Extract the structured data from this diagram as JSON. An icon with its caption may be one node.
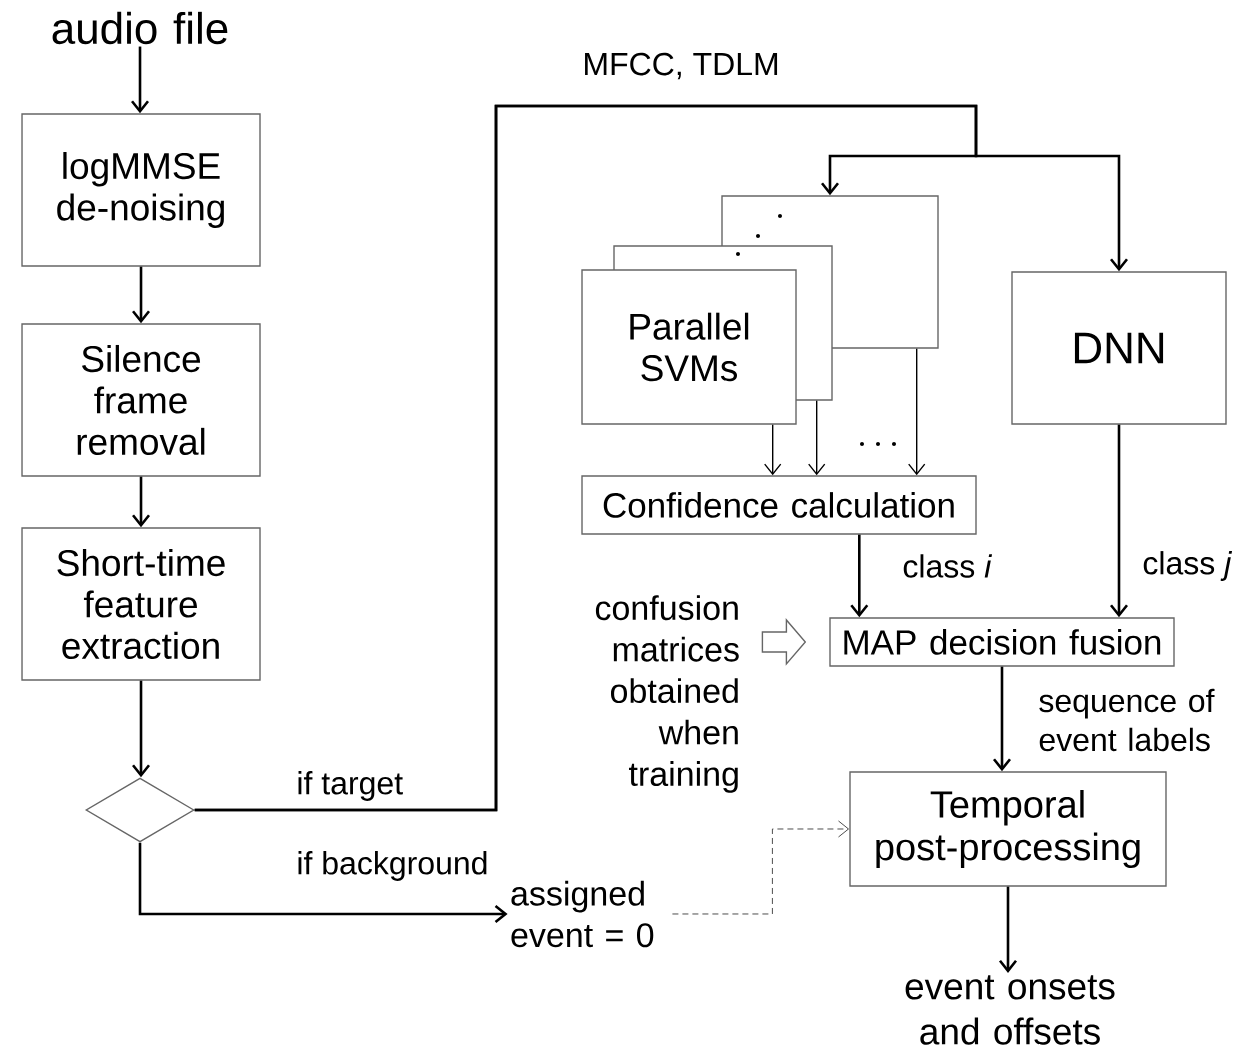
{
  "diagram": {
    "nodes": [
      {
        "text": [
          "audio file"
        ]
      },
      {
        "text": [
          "logMMSE de-noising"
        ]
      },
      {
        "text": [
          "Silence frame removal"
        ]
      },
      {
        "text": [
          "Short-time feature extraction"
        ]
      },
      {
        "text": [],
        "shape": "diamond"
      },
      {
        "text": [],
        "shape": "box"
      },
      {
        "text": [],
        "shape": "box"
      },
      {
        "text": [
          "Parallel SVMs"
        ]
      },
      {
        "text": [
          "DNN"
        ]
      },
      {
        "text": [
          "Confidence calculation"
        ]
      },
      {
        "text": [
          "confusion matrices obtained when training"
        ]
      },
      {
        "text": [
          "MAP decision fusion"
        ]
      },
      {
        "text": [
          "Temporal post-processing"
        ]
      },
      {
        "text": [
          "event onsets and offsets"
        ]
      },
      {
        "text": [
          "assigned event = 0"
        ]
      }
    ],
    "edges": [
      {
        "from": 0,
        "to": 1,
        "arrow": "to"
      },
      {
        "from": 1,
        "to": 2,
        "arrow": "to"
      },
      {
        "from": 2,
        "to": 3,
        "arrow": "to"
      },
      {
        "from": 3,
        "to": 4,
        "arrow": "to"
      },
      {
        "from": 4,
        "to": 5,
        "arrow": "to",
        "label": "if target"
      },
      {
        "from": 4,
        "to": 8,
        "arrow": "to",
        "label": "MFCC, TDLM"
      },
      {
        "from": 4,
        "to": 14,
        "arrow": "to",
        "label": "if background"
      },
      {
        "from": 7,
        "to": 9,
        "arrow": "to"
      },
      {
        "from": 6,
        "to": 9,
        "arrow": "to"
      },
      {
        "from": 5,
        "to": 9,
        "arrow": "to"
      },
      {
        "from": 9,
        "to": 11,
        "arrow": "to",
        "label": "class *i*"
      },
      {
        "from": 8,
        "to": 11,
        "arrow": "to",
        "label": "class *j*"
      },
      {
        "from": 10,
        "to": 11,
        "arrow": "to"
      },
      {
        "from": 11,
        "to": 12,
        "arrow": "to",
        "label": "sequence of event labels"
      },
      {
        "from": 12,
        "to": 13,
        "arrow": "to"
      },
      {
        "from": 14,
        "to": 12,
        "arrow": "to",
        "style": "dashed"
      }
    ]
  }
}
